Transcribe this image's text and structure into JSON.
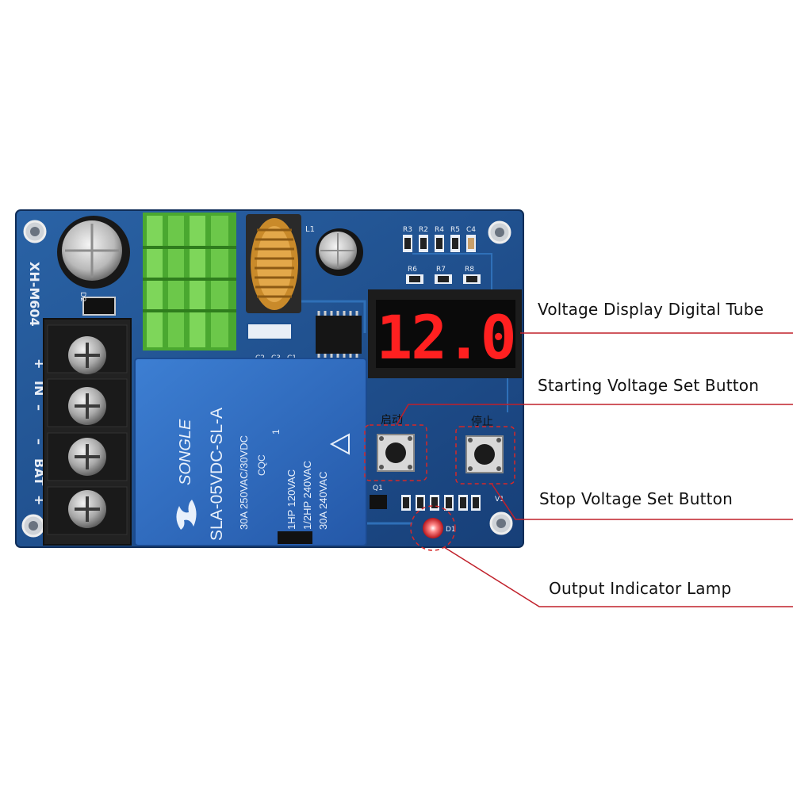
{
  "board": {
    "model": "XH-M604",
    "terminals": {
      "plus1": "+",
      "in": "IN",
      "minus1": "–",
      "minus2": "–",
      "bat": "BAT",
      "plus2": "+"
    },
    "display_value": "12.0",
    "relay": {
      "brand": "SONGLE",
      "model": "SLA-05VDC-SL-A",
      "rating1": "30A  250VAC/30VDC",
      "rating2": "1HP 120VAC",
      "rating3": "1/2HP 240VAC",
      "rating4": "30A 240VAC",
      "cqc": "CQC",
      "num": "1"
    },
    "button_labels": {
      "start": "启动",
      "stop": "停止"
    },
    "silkscreen": {
      "l1": "L1",
      "c1": "C1",
      "c2": "C2",
      "c3": "C3",
      "c4": "C4",
      "r2": "R2",
      "r3": "R3",
      "r4": "R4",
      "r5": "R5",
      "r6": "R6",
      "r7": "R7",
      "r8": "R8",
      "q1": "Q1",
      "d1": "D1",
      "v1": "V1",
      "d2": "D2"
    }
  },
  "callouts": {
    "display": "Voltage Display Digital Tube",
    "start_button": "Starting Voltage Set Button",
    "stop_button": "Stop Voltage Set Button",
    "lamp": "Output Indicator Lamp"
  },
  "colors": {
    "pcb": "#1d4f8f",
    "digit": "#ff2020",
    "callout_line": "#c0202a",
    "heatsink": "#5ec23c",
    "relay": "#2f6fc4"
  }
}
